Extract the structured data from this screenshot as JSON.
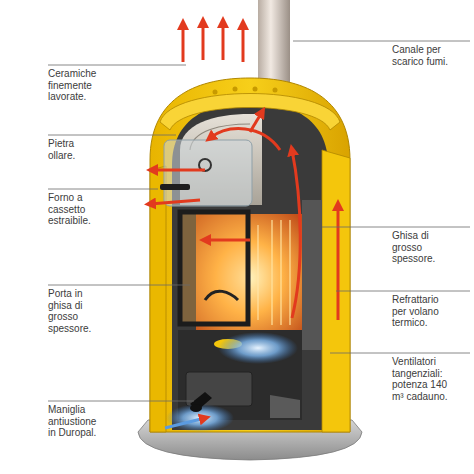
{
  "diagram": {
    "labels": [
      "Ceramiche finemente lavorate.",
      "Pietra ollare.",
      "Forno a cassetto estraibile.",
      "Porta in ghisa di grosso spessore.",
      "Maniglia antiustione in Duropal.",
      "Canale per scarico fumi.",
      "Ghisa di grosso spessore.",
      "Refrattario per volano termico.",
      "Ventilatori tangenziali: potenza 140 m³ cadauno."
    ]
  }
}
